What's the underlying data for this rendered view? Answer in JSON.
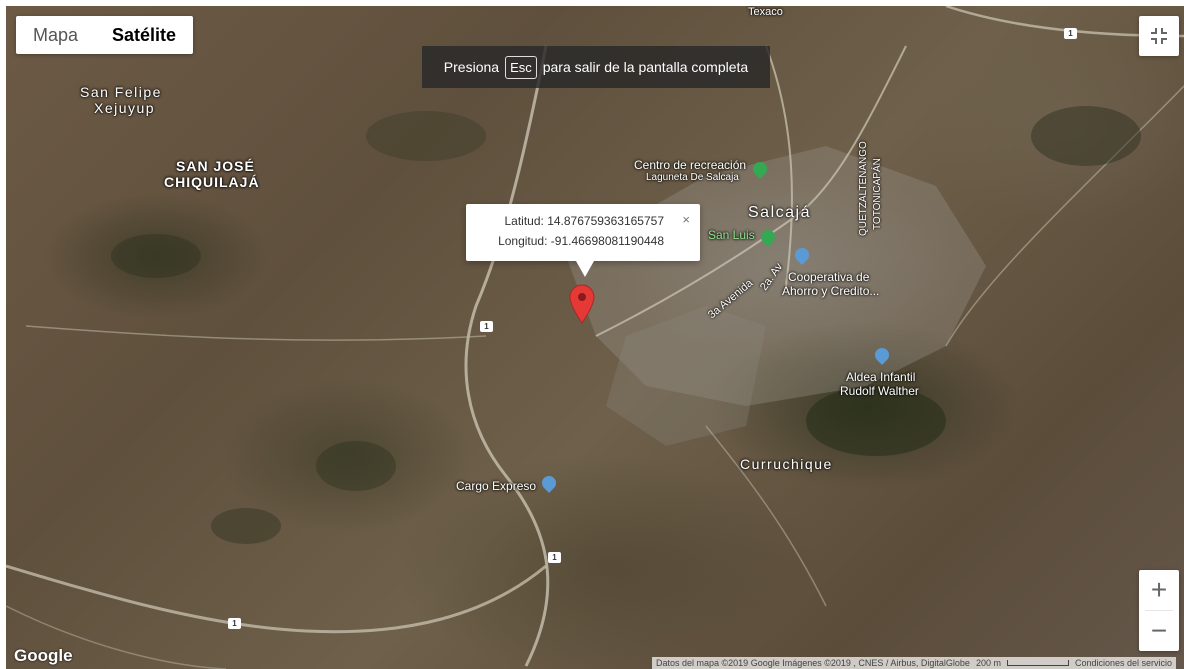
{
  "map_type": {
    "options": [
      "Mapa",
      "Satélite"
    ],
    "selected": "Satélite"
  },
  "fullscreen_notice": {
    "before": "Presiona",
    "key": "Esc",
    "after": "para salir de la pantalla completa"
  },
  "info_window": {
    "lat_line": "Latitud: 14.876759363165757",
    "lng_line": "Longitud: -91.46698081190448",
    "close": "×"
  },
  "labels": {
    "san_felipe_1": "San Felipe",
    "san_felipe_2": "Xejuyup",
    "san_jose_1": "SAN JOSÉ",
    "san_jose_2": "CHIQUILAJÁ",
    "salcaja": "Salcajá",
    "centro_1": "Centro de recreación",
    "centro_2": "Laguneta De Salcaja",
    "san_luis": "San Luis",
    "coop_1": "Cooperativa de",
    "coop_2": "Ahorro y Credito...",
    "quetzaltenango": "QUETZALTENANGO",
    "totonicapan": "TOTONICAPÁN",
    "tercera_avenida": "3a Avenida",
    "segunda_av": "2a. Av",
    "aldea_1": "Aldea Infantil",
    "aldea_2": "Rudolf Walther",
    "curruchique": "Curruchique",
    "cargo": "Cargo Expreso",
    "texaco": "Texaco"
  },
  "route_shields": [
    "1",
    "1",
    "1",
    "1"
  ],
  "zoom": {
    "in": "+",
    "out": "−"
  },
  "fullscreen_icon": "exit-fullscreen-icon",
  "logo": "Google",
  "attribution": {
    "text": "Datos del mapa ©2019 Google Imágenes ©2019 , CNES / Airbus, DigitalGlobe",
    "scale": "200 m",
    "terms": "Condiciones del servicio"
  },
  "colors": {
    "marker": "#e53935",
    "poi_green": "#34a853",
    "poi_blue": "#5b9bd5"
  }
}
